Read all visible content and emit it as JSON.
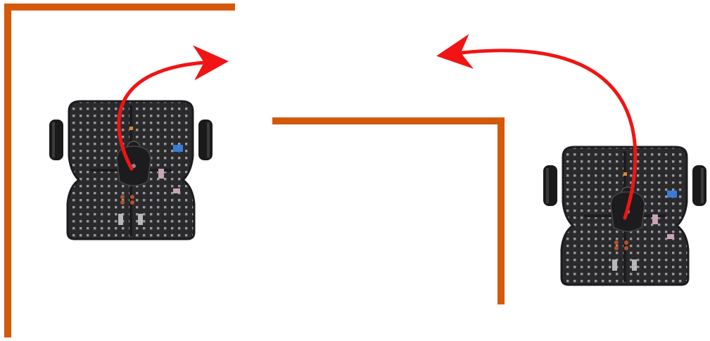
{
  "colors": {
    "wall": "#d35a0a",
    "path": "#f01414",
    "robot_body": "#2a2a2c",
    "robot_dark": "#1c1c1e",
    "robot_hole": "#9a9a9e",
    "robot_wheel": "#1a1a1a",
    "robot_accent_blue": "#3a7bd5",
    "robot_accent_orange": "#e0862a",
    "robot_accent_pink": "#c9a3b8"
  },
  "diagram": {
    "robots": [
      {
        "name": "robot-left",
        "path_direction": "turn-right"
      },
      {
        "name": "robot-right",
        "path_direction": "turn-left"
      }
    ]
  }
}
